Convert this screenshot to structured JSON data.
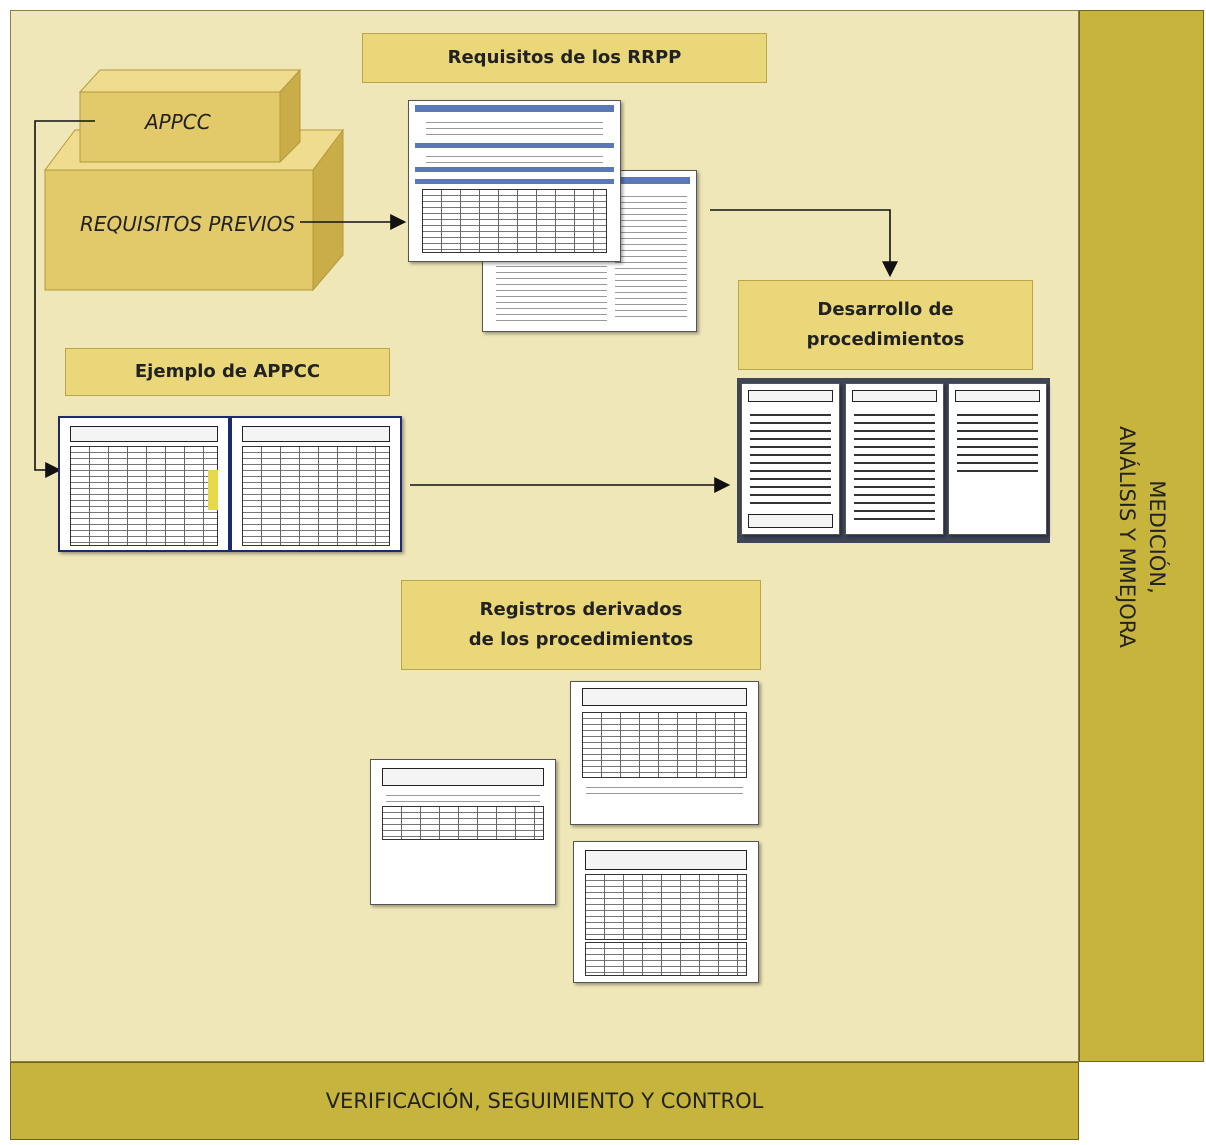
{
  "diagram": {
    "appcc_box": {
      "label": "APPCC"
    },
    "requisitos_previos_box": {
      "label": "REQUISITOS PREVIOS"
    },
    "requisitos_rrpp": {
      "label": "Requisitos de los RRPP"
    },
    "ejemplo_appcc": {
      "label": "Ejemplo de APPCC"
    },
    "desarrollo": {
      "label": "Desarrollo de\nprocedimientos"
    },
    "registros": {
      "label": "Registros derivados\nde los procedimientos"
    },
    "right_bar": {
      "label": "MEDICIÓN,\nANÁLISIS Y MMEJORA"
    },
    "bottom_bar": {
      "label": "VERIFICACIÓN, SEGUIMIENTO Y CONTROL"
    }
  },
  "colors": {
    "background": "#efe7b8",
    "bar": "#c7b43c",
    "label_box": "#e9d77a",
    "box_3d_front": "#e2c96a",
    "box_3d_top": "#efdc8e",
    "box_3d_side": "#c9ad48"
  }
}
